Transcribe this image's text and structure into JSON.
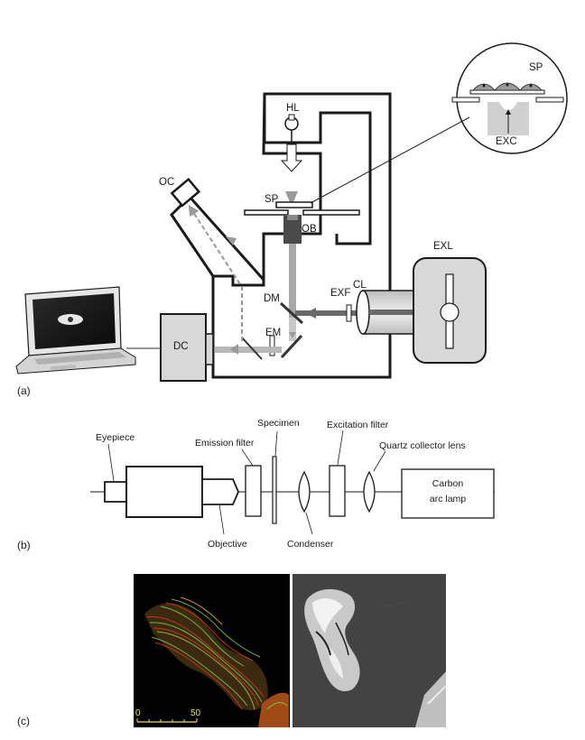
{
  "panel_a": {
    "label": "(a)",
    "parts": {
      "halogen_lamp": "HL",
      "specimen_top": "SP",
      "objective": "OB",
      "ocular": "OC",
      "dichroic_mirror": "DM",
      "emission_filter": "EM",
      "excitation_filter": "EXF",
      "collector_lens": "CL",
      "excitation_light": "EXL",
      "digital_camera": "DC",
      "inset_specimen": "SP",
      "inset_excitation": "EXC"
    }
  },
  "panel_b": {
    "label": "(b)",
    "eyepiece": "Eyepiece",
    "emission_filter": "Emission filter",
    "specimen": "Specimen",
    "excitation_filter": "Excitation filter",
    "quartz_lens": "Quartz collector lens",
    "lamp_line1": "Carbon",
    "lamp_line2": "arc lamp",
    "objective": "Objective",
    "condenser": "Condenser"
  },
  "panel_c": {
    "label": "(c)",
    "scale_start": "0",
    "scale_end": "50"
  },
  "colors": {
    "ink": "#1a1a1a",
    "beam": "#9a9a9a",
    "housing_fill": "#d8d8d8",
    "fluor_red": "#d23a1c",
    "fluor_green": "#7fc23a"
  }
}
